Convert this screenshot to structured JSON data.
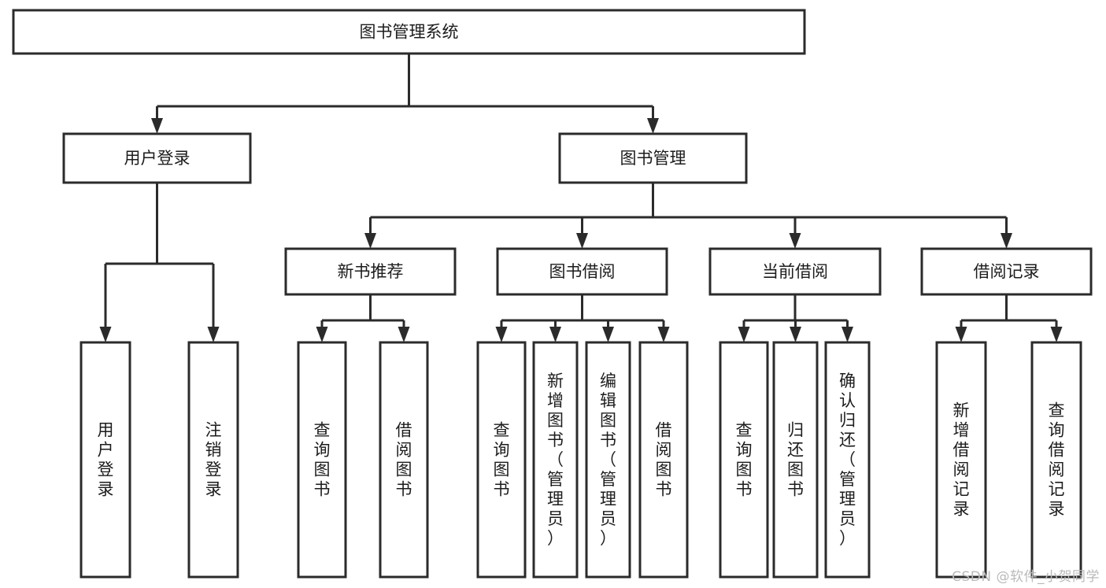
{
  "diagram": {
    "title": "图书管理系统",
    "type": "tree",
    "orientation": "top-down",
    "colors": {
      "box_stroke": "#2b2b2b",
      "box_fill": "#ffffff",
      "text": "#1c1c1c",
      "background": "#ffffff",
      "watermark": "#b9b9b9"
    },
    "root": {
      "id": "root",
      "label": "图书管理系统",
      "orientation": "horizontal"
    },
    "level2": [
      {
        "id": "user-login",
        "label": "用户登录",
        "orientation": "horizontal"
      },
      {
        "id": "book-management",
        "label": "图书管理",
        "orientation": "horizontal"
      }
    ],
    "level3": [
      {
        "id": "new-book-recommend",
        "label": "新书推荐",
        "orientation": "horizontal",
        "parent": "book-management"
      },
      {
        "id": "book-borrow",
        "label": "图书借阅",
        "orientation": "horizontal",
        "parent": "book-management"
      },
      {
        "id": "current-borrow",
        "label": "当前借阅",
        "orientation": "horizontal",
        "parent": "book-management"
      },
      {
        "id": "borrow-record",
        "label": "借阅记录",
        "orientation": "horizontal",
        "parent": "book-management"
      }
    ],
    "leaves": {
      "user-login": [
        {
          "id": "leaf-user-login",
          "label": "用户登录",
          "orientation": "vertical"
        },
        {
          "id": "leaf-user-logout",
          "label": "注销登录",
          "orientation": "vertical"
        }
      ],
      "new-book-recommend": [
        {
          "id": "leaf-query-book-1",
          "label": "查询图书",
          "orientation": "vertical"
        },
        {
          "id": "leaf-borrow-book-1",
          "label": "借阅图书",
          "orientation": "vertical"
        }
      ],
      "book-borrow": [
        {
          "id": "leaf-query-book-2",
          "label": "查询图书",
          "orientation": "vertical"
        },
        {
          "id": "leaf-add-book",
          "label": "新增图书（管理员）",
          "orientation": "vertical"
        },
        {
          "id": "leaf-edit-book",
          "label": "编辑图书（管理员）",
          "orientation": "vertical"
        },
        {
          "id": "leaf-borrow-book-2",
          "label": "借阅图书",
          "orientation": "vertical"
        }
      ],
      "current-borrow": [
        {
          "id": "leaf-query-book-3",
          "label": "查询图书",
          "orientation": "vertical"
        },
        {
          "id": "leaf-return-book",
          "label": "归还图书",
          "orientation": "vertical"
        },
        {
          "id": "leaf-confirm-return",
          "label": "确认归还（管理员）",
          "orientation": "vertical"
        }
      ],
      "borrow-record": [
        {
          "id": "leaf-add-record",
          "label": "新增借阅记录",
          "orientation": "vertical"
        },
        {
          "id": "leaf-query-record",
          "label": "查询借阅记录",
          "orientation": "vertical"
        }
      ]
    }
  },
  "watermark": {
    "text": "CSDN @软件_小贺同学"
  }
}
